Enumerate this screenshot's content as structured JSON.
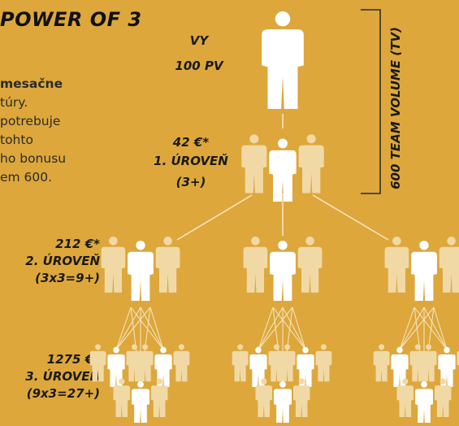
{
  "title": "POWER OF 3",
  "description": [
    "mesačne",
    "túry.",
    "potrebuje",
    "tohto",
    "ho bonusu",
    "em 600."
  ],
  "top_node": {
    "name": "VY",
    "volume": "100 PV"
  },
  "team_volume_label": "600 TEAM VOLUME (TV)",
  "levels": [
    {
      "amount": "42 €*",
      "name": "1. ÚROVEŇ",
      "count": "(3+)"
    },
    {
      "amount": "212 €*",
      "name": "2. ÚROVEŇ",
      "count": "(3x3=9+)"
    },
    {
      "amount": "1275 €*",
      "name": "3. ÚROVEŇ",
      "count": "(9x3=27+)"
    }
  ],
  "colors": {
    "background": "#DDA73C",
    "person_main": "#FFFFFF",
    "person_secondary": "#F1D9A6",
    "line": "#F6E7C5",
    "text": "#1A1A1A"
  }
}
